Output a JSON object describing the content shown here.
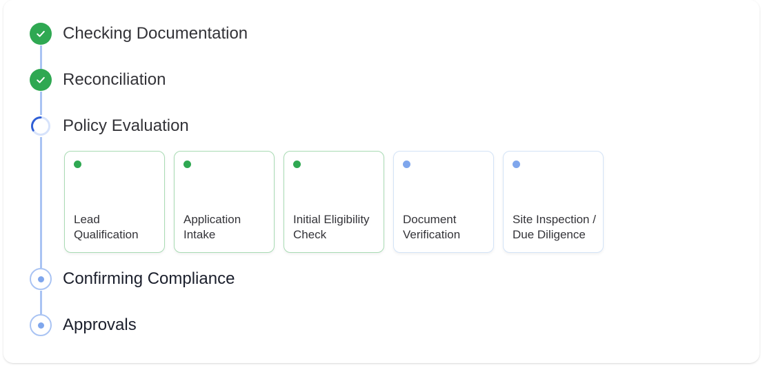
{
  "colors": {
    "complete": "#2fa852",
    "in_progress": "#2f5fd6",
    "pending": "#7fa6ec",
    "track": "#a9c3f3"
  },
  "steps": [
    {
      "label": "Checking Documentation",
      "status": "complete",
      "icon": "check-icon"
    },
    {
      "label": "Reconciliation",
      "status": "complete",
      "icon": "check-icon"
    },
    {
      "label": "Policy Evaluation",
      "status": "in_progress",
      "icon": "spinner-icon"
    },
    {
      "label": "Confirming Compliance",
      "status": "pending",
      "icon": "pending-dot-icon"
    },
    {
      "label": "Approvals",
      "status": "pending",
      "icon": "pending-dot-icon"
    }
  ],
  "substeps": [
    {
      "label": "Lead Qualification",
      "status": "complete"
    },
    {
      "label": "Application Intake",
      "status": "complete"
    },
    {
      "label": "Initial Eligibility Check",
      "status": "complete"
    },
    {
      "label": "Document Verification",
      "status": "pending"
    },
    {
      "label": "Site Inspection / Due Diligence",
      "status": "pending"
    }
  ]
}
